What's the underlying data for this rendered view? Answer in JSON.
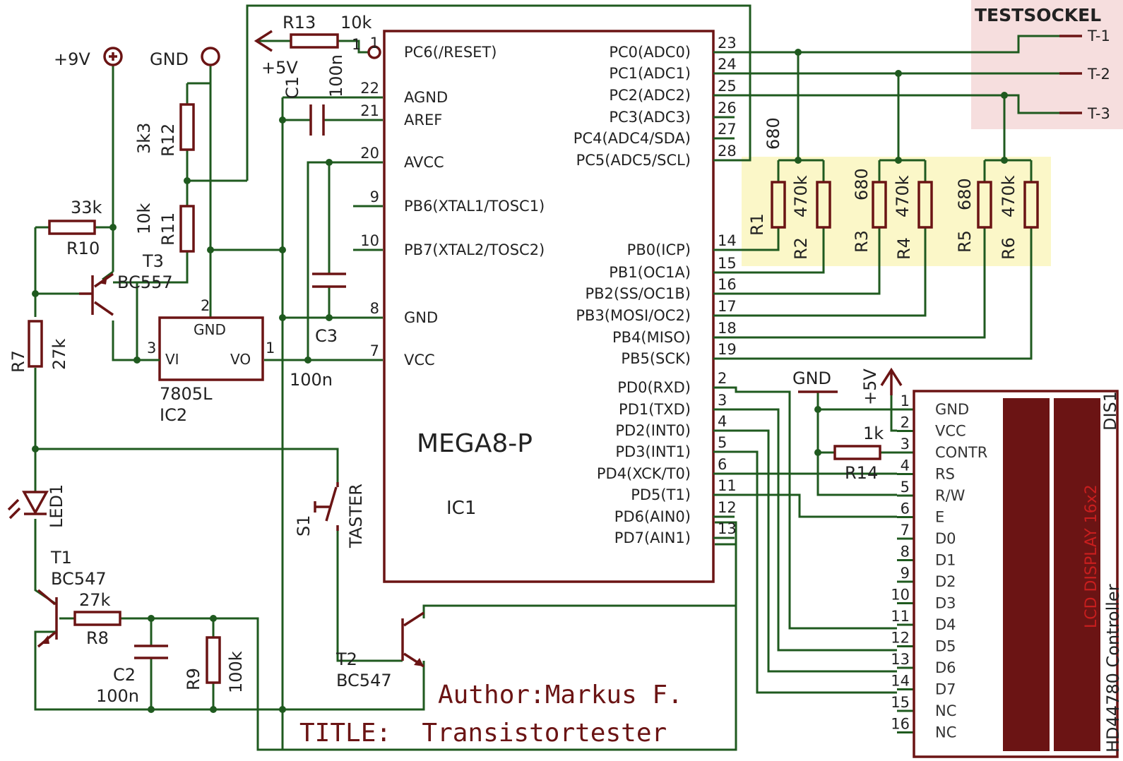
{
  "highlights": {
    "testsocket_color": "#f6dede",
    "resistor_color": "#fbf7c8"
  },
  "wire_color": "#1f5a1f",
  "component_color": "#6b1414",
  "supply": {
    "plus9v": "+9V",
    "gnd": "GND",
    "plus5v_r13": "+5V",
    "plus5v_lcd": "+5V",
    "gnd_lcd": "GND"
  },
  "mcu": {
    "name": "MEGA8-P",
    "ref": "IC1",
    "left_pins": [
      {
        "label": "PC6(/RESET)",
        "num": "1"
      },
      {
        "label": "AGND",
        "num": "22"
      },
      {
        "label": "AREF",
        "num": "21"
      },
      {
        "label": "AVCC",
        "num": "20"
      },
      {
        "label": "PB6(XTAL1/TOSC1)",
        "num": "9"
      },
      {
        "label": "PB7(XTAL2/TOSC2)",
        "num": "10"
      },
      {
        "label": "GND",
        "num": "8"
      },
      {
        "label": "VCC",
        "num": "7"
      }
    ],
    "right_pins": [
      {
        "label": "PC0(ADC0)",
        "num": "23"
      },
      {
        "label": "PC1(ADC1)",
        "num": "24"
      },
      {
        "label": "PC2(ADC2)",
        "num": "25"
      },
      {
        "label": "PC3(ADC3)",
        "num": "26"
      },
      {
        "label": "PC4(ADC4/SDA)",
        "num": "27"
      },
      {
        "label": "PC5(ADC5/SCL)",
        "num": "28"
      },
      {
        "label": "PB0(ICP)",
        "num": "14"
      },
      {
        "label": "PB1(OC1A)",
        "num": "15"
      },
      {
        "label": "PB2(SS/OC1B)",
        "num": "16"
      },
      {
        "label": "PB3(MOSI/OC2)",
        "num": "17"
      },
      {
        "label": "PB4(MISO)",
        "num": "18"
      },
      {
        "label": "PB5(SCK)",
        "num": "19"
      },
      {
        "label": "PD0(RXD)",
        "num": "2"
      },
      {
        "label": "PD1(TXD)",
        "num": "3"
      },
      {
        "label": "PD2(INT0)",
        "num": "4"
      },
      {
        "label": "PD3(INT1)",
        "num": "5"
      },
      {
        "label": "PD4(XCK/T0)",
        "num": "6"
      },
      {
        "label": "PD5(T1)",
        "num": "11"
      },
      {
        "label": "PD6(AIN0)",
        "num": "12"
      },
      {
        "label": "PD7(AIN1)",
        "num": "13"
      }
    ]
  },
  "testsocket": {
    "title": "TESTSOCKEL",
    "pins": [
      "T-1",
      "T-2",
      "T-3"
    ]
  },
  "resistors": {
    "R1": {
      "ref": "R1",
      "value": "680"
    },
    "R2": {
      "ref": "R2",
      "value": "470k"
    },
    "R3": {
      "ref": "R3",
      "value": "680"
    },
    "R4": {
      "ref": "R4",
      "value": "470k"
    },
    "R5": {
      "ref": "R5",
      "value": "680"
    },
    "R6": {
      "ref": "R6",
      "value": "470k"
    },
    "R7": {
      "ref": "R7",
      "value": "27k"
    },
    "R8": {
      "ref": "R8",
      "value": "27k"
    },
    "R9": {
      "ref": "R9",
      "value": "100k"
    },
    "R10": {
      "ref": "R10",
      "value": "33k"
    },
    "R11": {
      "ref": "R11",
      "value": "10k"
    },
    "R12": {
      "ref": "R12",
      "value": "3k3"
    },
    "R13": {
      "ref": "R13",
      "value": "10k"
    },
    "R14": {
      "ref": "R14",
      "value": "1k"
    }
  },
  "capacitors": {
    "C1": {
      "ref": "C1",
      "value": "100n"
    },
    "C2": {
      "ref": "C2",
      "value": "100n"
    },
    "C3": {
      "ref": "C3",
      "value": "100n"
    }
  },
  "transistors": {
    "T1": {
      "ref": "T1",
      "type": "BC547"
    },
    "T2": {
      "ref": "T2",
      "type": "BC547"
    },
    "T3": {
      "ref": "T3",
      "type": "BC557"
    }
  },
  "regulator": {
    "type": "7805L",
    "ref": "IC2",
    "gnd": "GND",
    "vi": "VI",
    "vo": "VO",
    "pin_vi": "3",
    "pin_gnd": "2",
    "pin_vo": "1"
  },
  "led": {
    "ref": "LED1"
  },
  "switch": {
    "ref": "S1",
    "name": "TASTER"
  },
  "lcd": {
    "ref": "DIS1",
    "name": "LCD DISPLAY 16x2",
    "controller": "HD44780 Controller",
    "pins": [
      {
        "num": "1",
        "label": "GND"
      },
      {
        "num": "2",
        "label": "VCC"
      },
      {
        "num": "3",
        "label": "CONTR"
      },
      {
        "num": "4",
        "label": "RS"
      },
      {
        "num": "5",
        "label": "R/W"
      },
      {
        "num": "6",
        "label": "E"
      },
      {
        "num": "7",
        "label": "D0"
      },
      {
        "num": "8",
        "label": "D1"
      },
      {
        "num": "9",
        "label": "D2"
      },
      {
        "num": "10",
        "label": "D3"
      },
      {
        "num": "11",
        "label": "D4"
      },
      {
        "num": "12",
        "label": "D5"
      },
      {
        "num": "13",
        "label": "D6"
      },
      {
        "num": "14",
        "label": "D7"
      },
      {
        "num": "15",
        "label": "NC"
      },
      {
        "num": "16",
        "label": "NC"
      }
    ]
  },
  "titleblock": {
    "author": "Author:Markus F.",
    "title": "TITLE:  Transistortester"
  }
}
